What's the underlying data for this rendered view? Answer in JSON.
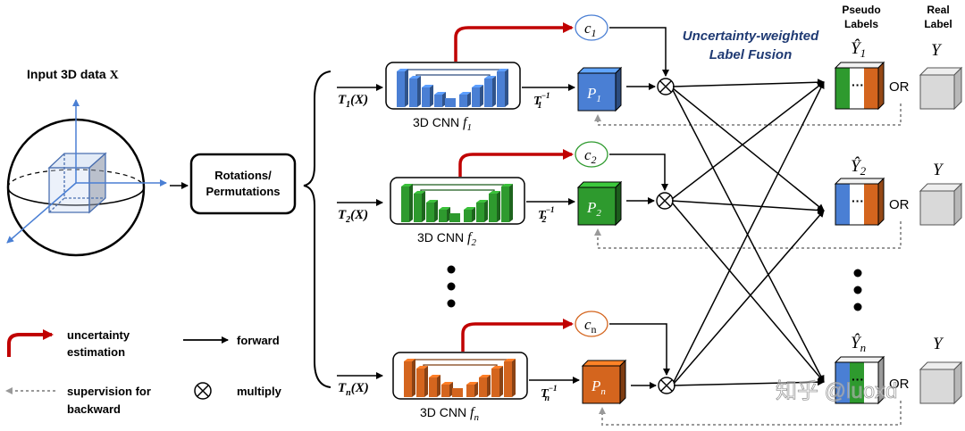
{
  "input": {
    "label_prefix": "Input 3D data ",
    "label_var": "X"
  },
  "rotation_box": {
    "line1": "Rotations/",
    "line2": "Permutations"
  },
  "transforms": [
    {
      "t_label": "T",
      "t_sub": "1",
      "t_arg": "(X)",
      "inv_sub": "1",
      "cnn_label": "3D CNN ",
      "f_sub": "1",
      "p_sub": "1",
      "c_sub": "1",
      "color": "#4a7fd4"
    },
    {
      "t_label": "T",
      "t_sub": "2",
      "t_arg": "(X)",
      "inv_sub": "2",
      "cnn_label": "3D CNN ",
      "f_sub": "2",
      "p_sub": "2",
      "c_sub": "2",
      "color": "#2e9a2e"
    },
    {
      "t_label": "T",
      "t_sub": "n",
      "t_arg": "(X)",
      "inv_sub": "n",
      "cnn_label": "3D CNN ",
      "f_sub": "n",
      "p_sub": "n",
      "c_sub": "n",
      "color": "#d4651e"
    }
  ],
  "symbols": {
    "P": "P",
    "f": "f",
    "c": "c",
    "inverse_exp": "−1",
    "Y": "Y",
    "Yhat": "Ŷ",
    "or_text": "OR"
  },
  "fusion_title": {
    "line1": "Uncertainty-weighted",
    "line2": "Label Fusion"
  },
  "pseudo_header": {
    "line1": "Pseudo",
    "line2": "Labels"
  },
  "real_header": {
    "line1": "Real",
    "line2": "Label"
  },
  "pseudo_subs": [
    "1",
    "2",
    "n"
  ],
  "legend": {
    "uncertainty": {
      "line1": "uncertainty",
      "line2": "estimation"
    },
    "forward": "forward",
    "supervision": {
      "line1": "supervision for",
      "line2": "backward"
    },
    "multiply": "multiply"
  },
  "watermark": "知乎 @luoxd",
  "colors": {
    "red_arrow": "#c00000",
    "blue": "#4a7fd4",
    "green": "#2e9a2e",
    "orange": "#d4651e",
    "navy_text": "#1f3a73",
    "gray_cube": "#d9d9d9"
  }
}
